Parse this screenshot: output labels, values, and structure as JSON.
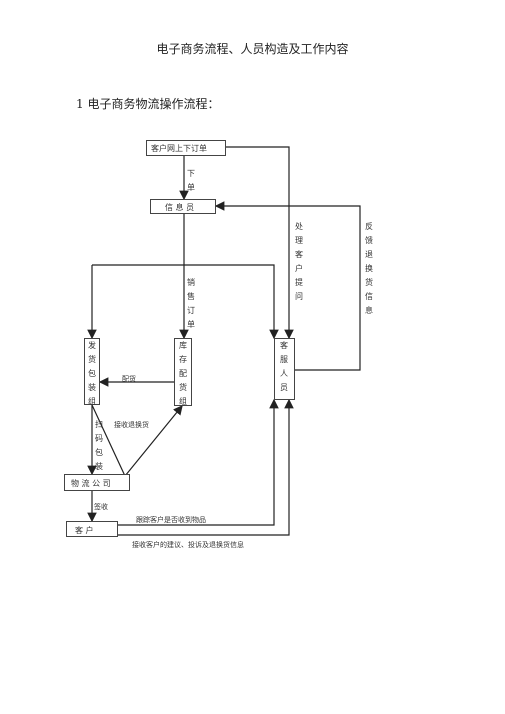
{
  "title": "电子商务流程、人员构造及工作内容",
  "section": "1 电子商务物流操作流程：",
  "diagram": {
    "nodes": {
      "online_order": "客户网上下订单",
      "info_staff": "信 息 员",
      "shipping_group": "发货包装组",
      "inventory_group": "库存配货组",
      "customer_service": "客服人员",
      "logistics": "物 流 公 司",
      "customer": "客 户"
    },
    "labels": {
      "place_order": "下单",
      "sales_order": "销售订单",
      "handle_issues": "处理客户提问",
      "feedback": "反馈退换货信息",
      "allocate": "配货",
      "receive_returns": "接收退换货",
      "scan_pack": "扫码包装",
      "sign": "签收",
      "track": "跟踪客户是否收到物品",
      "receive_suggestions": "接收客户的建议、投诉及退换货信息"
    }
  }
}
